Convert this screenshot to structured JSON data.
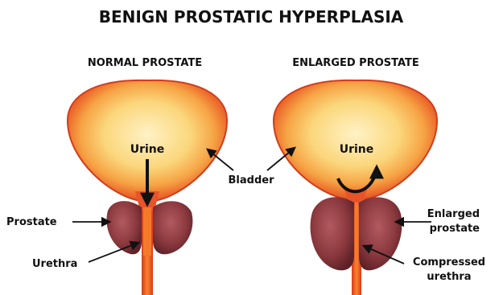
{
  "title": "BENIGN PROSTATIC HYPERPLASIA",
  "normal": {
    "heading": "NORMAL PROSTATE",
    "urine_label": "Urine",
    "prostate_label": "Prostate",
    "urethra_label": "Urethra"
  },
  "enlarged": {
    "heading": "ENLARGED PROSTATE",
    "urine_label": "Urine",
    "enlarged_label_line1": "Enlarged",
    "enlarged_label_line2": "prostate",
    "compressed_label_line1": "Compressed",
    "compressed_label_line2": "urethra"
  },
  "bladder_label": "Bladder",
  "colors": {
    "bladder_outer": "#e8542a",
    "bladder_inner": "#fbe7a0",
    "prostate": "#8c3a3f",
    "urethra": "#e8401f",
    "arrow": "#111111"
  }
}
